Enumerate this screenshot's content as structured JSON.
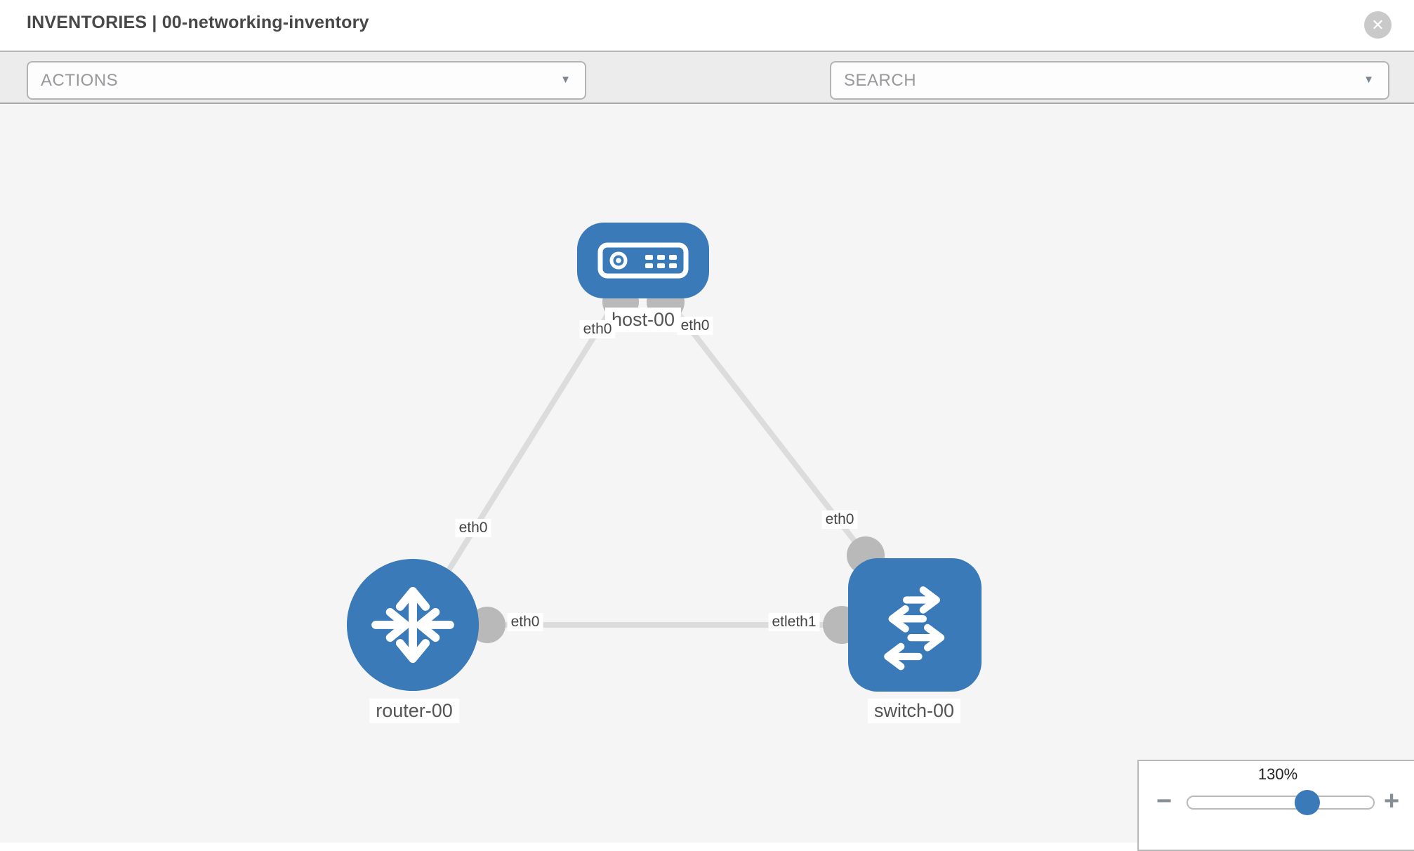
{
  "header": {
    "title": "INVENTORIES | 00-networking-inventory",
    "close_glyph": "✕"
  },
  "toolbar": {
    "actions_label": "ACTIONS",
    "search_label": "SEARCH",
    "caret_glyph": "▼"
  },
  "canvas": {
    "nodes": [
      {
        "label": "host-00",
        "type": "host"
      },
      {
        "label": "router-00",
        "type": "router"
      },
      {
        "label": "switch-00",
        "type": "switch"
      }
    ],
    "interface_labels": [
      "eth0",
      "eth0",
      "eth0",
      "eth0",
      "eth0",
      "etleth1"
    ],
    "links": [
      {
        "from": "host-00",
        "to": "router-00"
      },
      {
        "from": "host-00",
        "to": "switch-00"
      },
      {
        "from": "router-00",
        "to": "switch-00"
      }
    ]
  },
  "zoom": {
    "level": "130%",
    "minus_glyph": "−",
    "plus_glyph": "+"
  },
  "colors": {
    "accent_blue": "#3a7ab8",
    "link_gray": "#dcdcdc",
    "port_gray": "#b9b9b9",
    "toolbar_gray": "#ececec",
    "canvas_gray": "#f5f5f5"
  }
}
